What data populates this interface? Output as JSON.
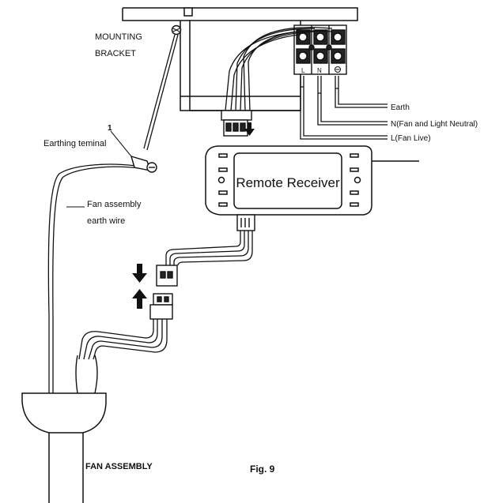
{
  "labels": {
    "mounting_line1": "MOUNTING",
    "mounting_line2": "BRACKET",
    "callout_number": "1",
    "earthing_terminal": "Earthing teminal",
    "fan_earth_line1": "Fan assembly",
    "fan_earth_line2": "earth wire",
    "remote_receiver": "Remote Receiver",
    "terminal_l": "L",
    "terminal_n": "N",
    "earth": "Earth",
    "neutral": "N(Fan and Light Neutral)",
    "live": "L(Fan Live)",
    "fan_assembly": "FAN ASSEMBLY",
    "figure": "Fig. 9"
  },
  "icons": {
    "earth_symbol": "earth-ground-icon",
    "push_down": "arrow-down-icon",
    "push_up": "arrow-up-icon"
  },
  "colors": {
    "line": "#111111",
    "background": "#ffffff"
  }
}
